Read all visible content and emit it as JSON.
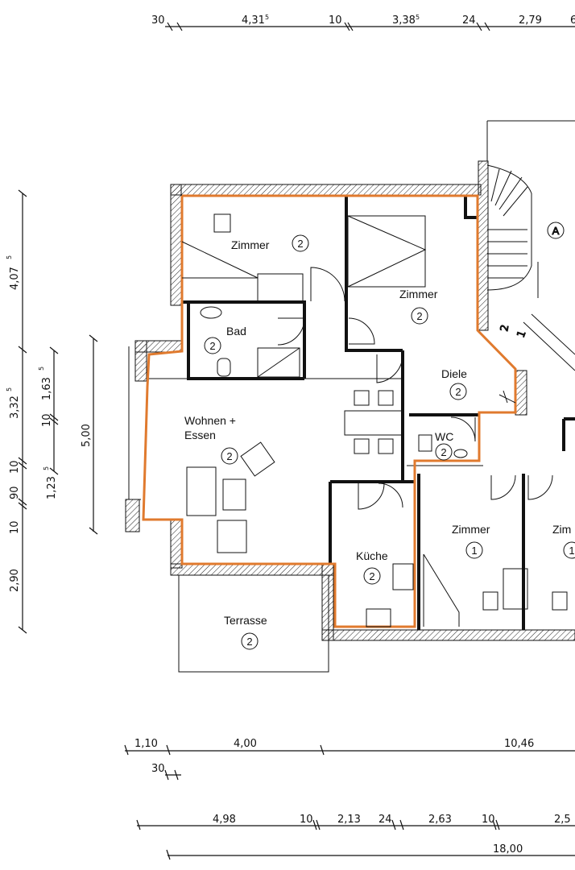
{
  "plan": {
    "accent_color": "#e07a2e",
    "top_dims": [
      {
        "value": "30"
      },
      {
        "value": "4,31",
        "sup": "5"
      },
      {
        "value": "10"
      },
      {
        "value": "3,38",
        "sup": "5"
      },
      {
        "value": "24"
      },
      {
        "value": "2,79"
      },
      {
        "value": "6"
      }
    ],
    "left_dims": {
      "outer": [
        "4,07",
        "5",
        "3,32",
        "5",
        "10",
        "90",
        "10",
        "2,90"
      ],
      "middle": [
        "1,63",
        "5",
        "10",
        "1,23",
        "5"
      ],
      "inner": "5,00"
    },
    "bottom_dims": {
      "row1": [
        "1,10",
        "4,00",
        "10,46"
      ],
      "row2": "30",
      "row3": [
        "4,98",
        "10",
        "2,13",
        "24",
        "2,63",
        "10",
        "2,5"
      ],
      "row4": "18,00"
    },
    "rooms": [
      {
        "name": "Zimmer",
        "number": "2"
      },
      {
        "name": "Zimmer",
        "number": "2"
      },
      {
        "name": "Bad",
        "number": "2"
      },
      {
        "name": "Diele",
        "number": "2"
      },
      {
        "name": "WC",
        "number": "2"
      },
      {
        "name": "Wohnen +",
        "name2": "Essen",
        "number": "2"
      },
      {
        "name": "Küche",
        "number": "2"
      },
      {
        "name": "Terrasse",
        "number": "2"
      },
      {
        "name": "Zimmer",
        "number": "1"
      },
      {
        "name": "Zim",
        "number": "1"
      }
    ],
    "stair_label": "A",
    "stair_numbers": [
      "2",
      "1"
    ]
  }
}
